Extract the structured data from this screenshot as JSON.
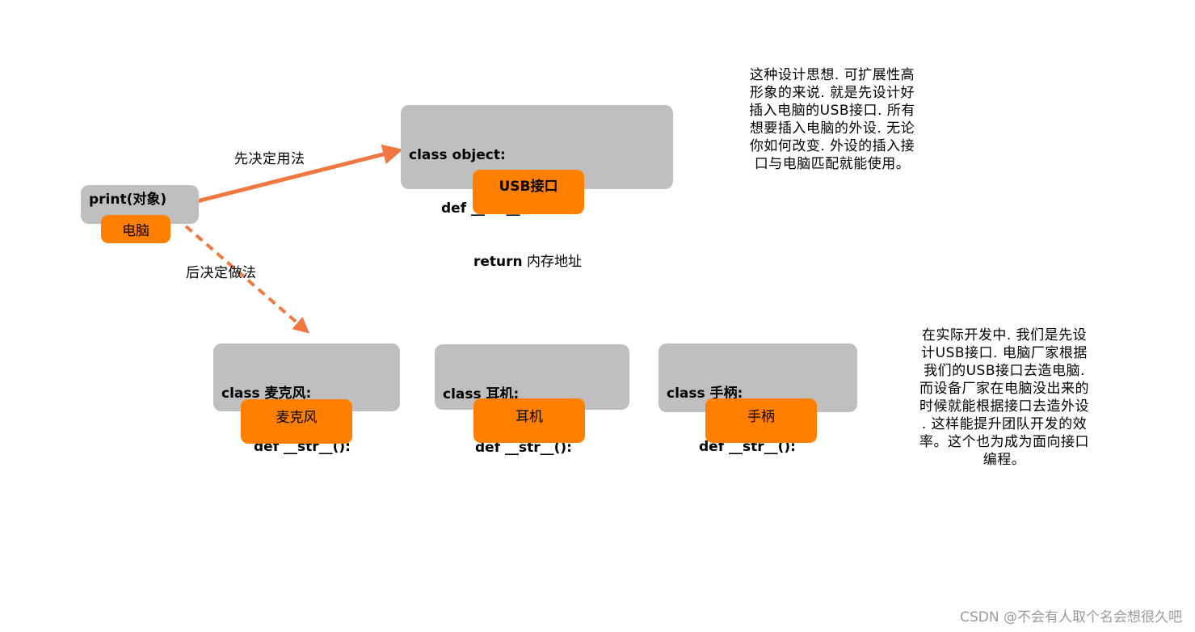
{
  "arrow_labels": {
    "first": "先决定用法",
    "later": "后决定做法"
  },
  "print_box": {
    "code": "print(对象)",
    "tag": "电脑"
  },
  "object_box": {
    "line1": "class object:",
    "line2": "def __str__():",
    "line3_keyword": "return",
    "line3_text": " 内存地址",
    "tag": "USB接口"
  },
  "class_boxes": [
    {
      "line1": "class 麦克风:",
      "line2": "def __str__():",
      "tag": "麦克风"
    },
    {
      "line1": "class 耳机:",
      "line2": "def __str__():",
      "tag": "耳机"
    },
    {
      "line1": "class 手柄:",
      "line2": "def __str__():",
      "tag": "手柄"
    }
  ],
  "note_top": [
    "这种设计思想. 可扩展性高",
    "形象的来说. 就是先设计好",
    "插入电脑的USB接口. 所有",
    "想要插入电脑的外设. 无论",
    "你如何改变. 外设的插入接",
    "口与电脑匹配就能使用。"
  ],
  "note_bottom": [
    "在实际开发中. 我们是先设",
    "计USB接口. 电脑厂家根据",
    "我们的USB接口去造电脑.",
    "而设备厂家在电脑没出来的",
    "时候就能根据接口去造外设",
    ". 这样能提升团队开发的效",
    "率。这个也为成为面向接口",
    "编程。"
  ],
  "watermark": "CSDN @不会有人取个名会想很久吧",
  "colors": {
    "box_gray": "#bfbfbf",
    "tag_orange": "#ff8000",
    "arrow": "#f07840"
  }
}
